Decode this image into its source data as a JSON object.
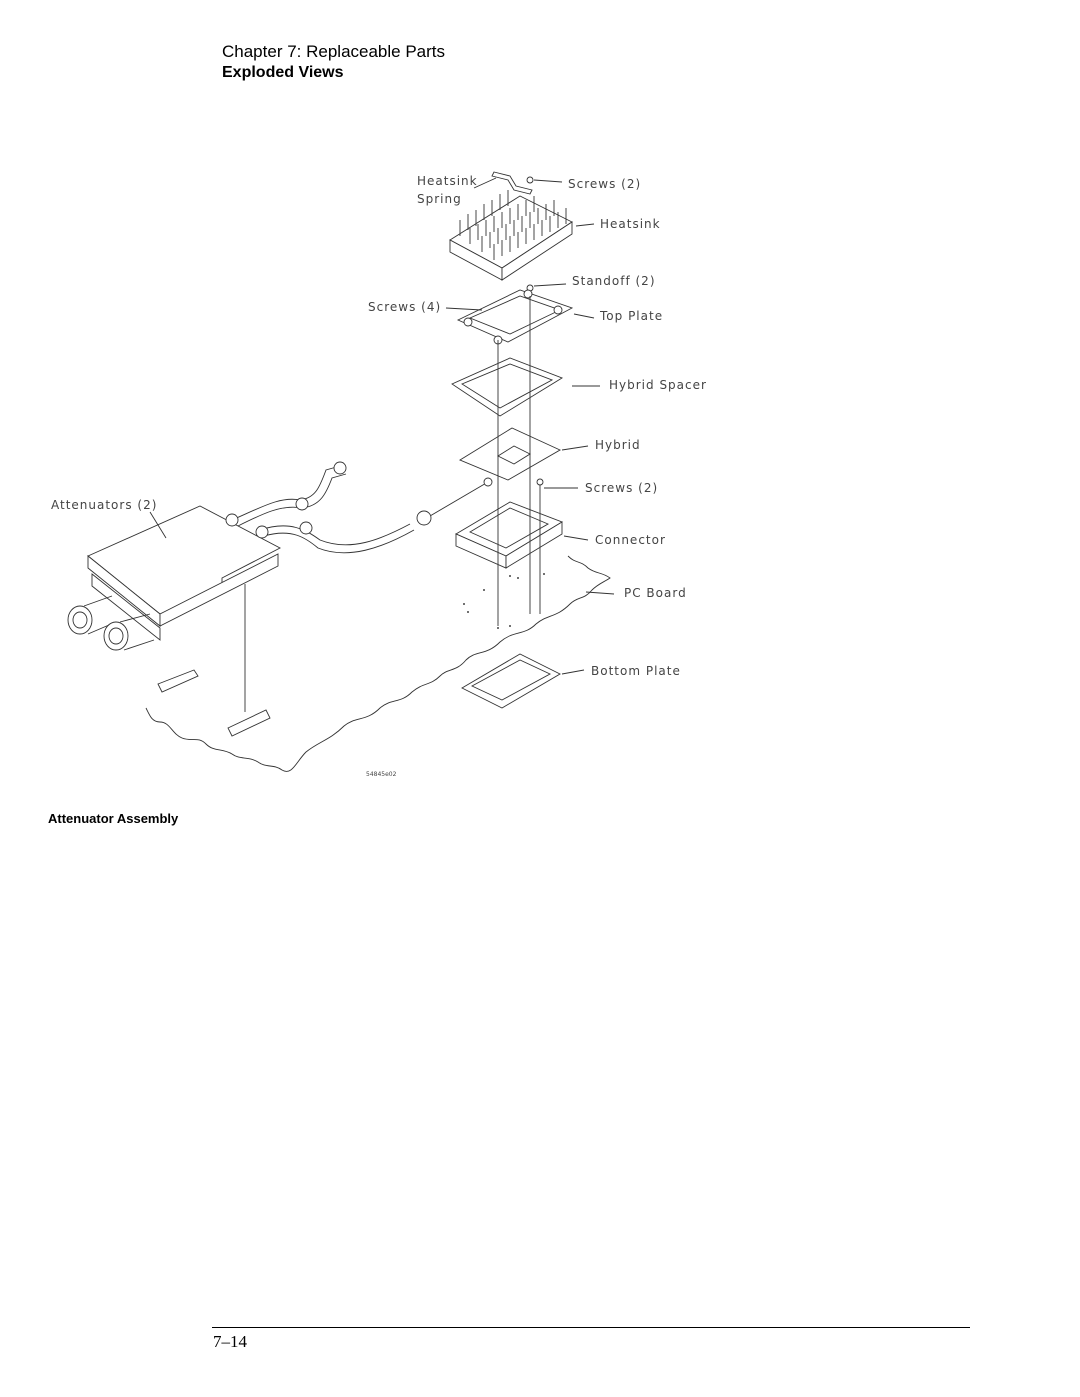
{
  "header": {
    "chapter": "Chapter 7: Replaceable Parts",
    "section": "Exploded Views"
  },
  "figure": {
    "labels": {
      "heatsink_spring_1": "Heatsink",
      "heatsink_spring_2": "Spring",
      "screws_top": "Screws (2)",
      "heatsink": "Heatsink",
      "standoff": "Standoff (2)",
      "screws_4": "Screws (4)",
      "top_plate": "Top Plate",
      "hybrid_spacer": "Hybrid Spacer",
      "hybrid": "Hybrid",
      "screws_mid": "Screws (2)",
      "attenuators": "Attenuators (2)",
      "connector": "Connector",
      "pc_board": "PC Board",
      "bottom_plate": "Bottom Plate",
      "figure_id": "54845e02"
    },
    "caption": "Attenuator Assembly"
  },
  "footer": {
    "page_number": "7–14"
  }
}
